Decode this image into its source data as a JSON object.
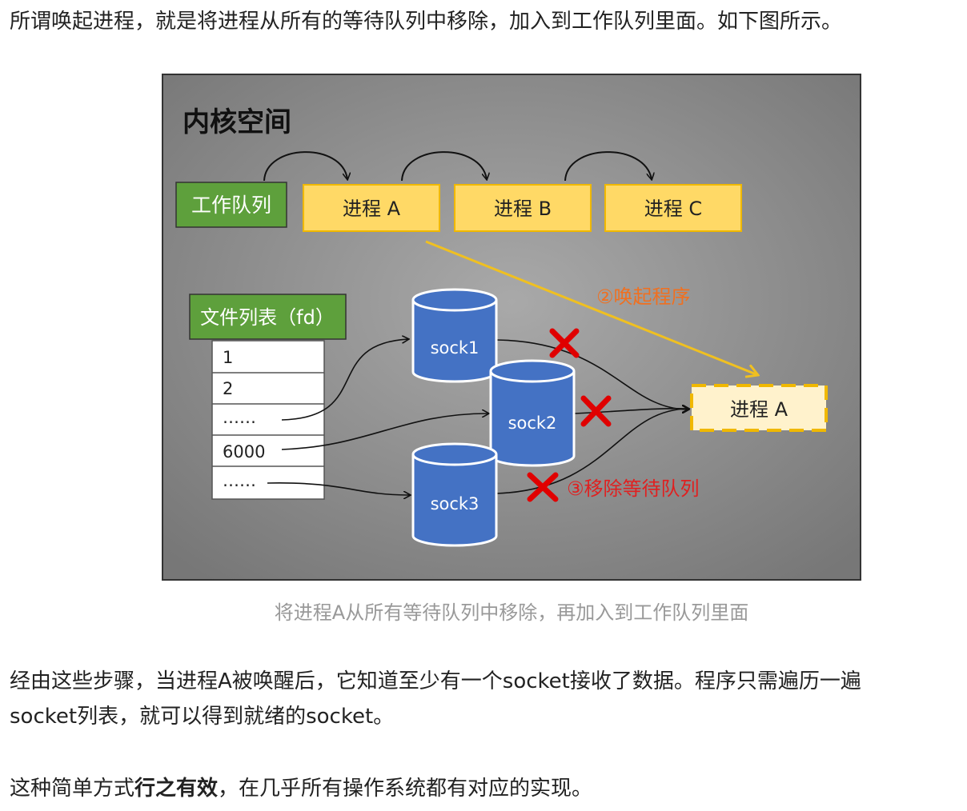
{
  "intro_paragraph": "所谓唤起进程，就是将进程从所有的等待队列中移除，加入到工作队列里面。如下图所示。",
  "figure": {
    "panel_title": "内核空间",
    "work_queue_label": "工作队列",
    "processes": [
      "进程 A",
      "进程 B",
      "进程 C"
    ],
    "file_list_label": "文件列表（fd）",
    "fd_rows": [
      "1",
      "2",
      "……",
      "6000",
      "……"
    ],
    "sockets": [
      "sock1",
      "sock2",
      "sock3"
    ],
    "woken_process": "进程 A",
    "wake_label": "②唤起程序",
    "remove_label": "③移除等待队列",
    "colors": {
      "panel_bg": "#8a8a8a",
      "work_queue_green": "#5ea03c",
      "process_yellow": "#ffd966",
      "socket_blue": "#4472c4",
      "arrow_yellow": "#f0c020",
      "label_orange": "#f07020",
      "cross_red": "#e00000"
    }
  },
  "caption": "将进程A从所有等待队列中移除，再加入到工作队列里面",
  "paragraph2_line1": "经由这些步骤，当进程A被唤醒后，它知道至少有一个socket接收了数据。程序只需遍历一遍",
  "paragraph2_line2": "socket列表，就可以得到就绪的socket。",
  "paragraph3": {
    "before": "这种简单方式",
    "strong": "行之有效",
    "after": "，在几乎所有操作系统都有对应的实现。"
  }
}
